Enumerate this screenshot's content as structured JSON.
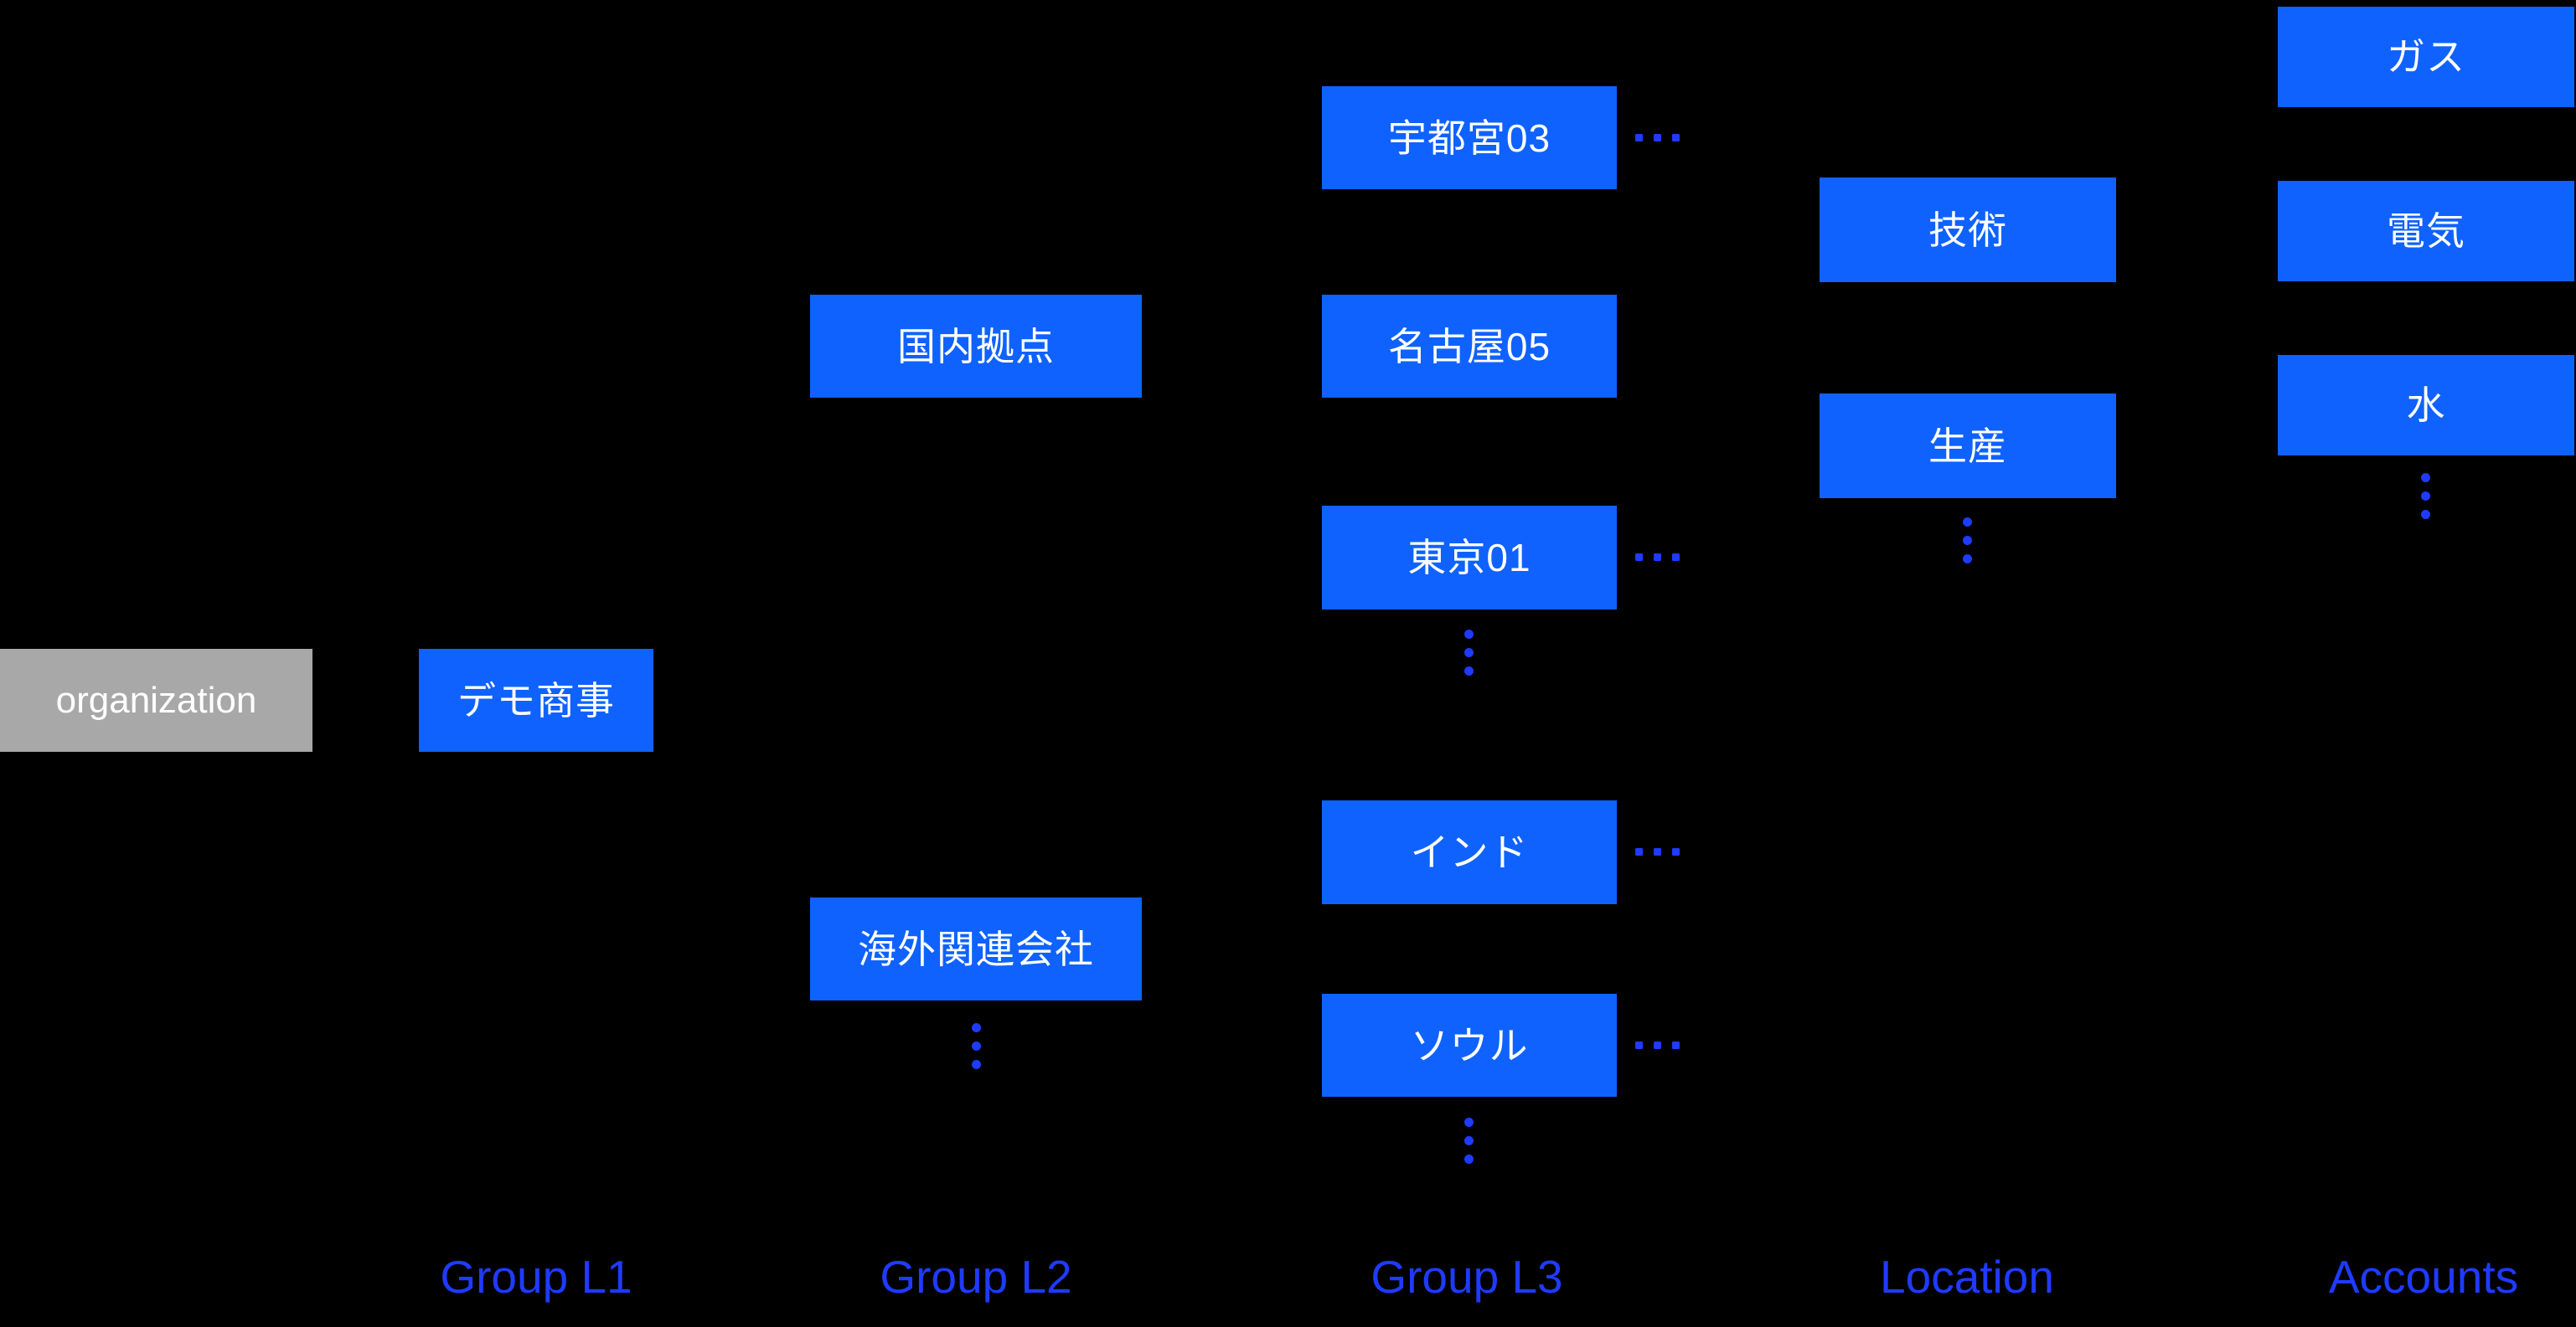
{
  "diagram": {
    "root": {
      "label": "organization"
    },
    "columns": [
      {
        "label": "Group L1",
        "nodes": [
          {
            "label": "デモ商事"
          }
        ]
      },
      {
        "label": "Group L2",
        "nodes": [
          {
            "label": "国内拠点"
          },
          {
            "label": "海外関連会社",
            "more_below": true
          }
        ]
      },
      {
        "label": "Group L3",
        "nodes": [
          {
            "label": "宇都宮03",
            "more_right": true
          },
          {
            "label": "名古屋05"
          },
          {
            "label": "東京01",
            "more_right": true,
            "more_below": true
          },
          {
            "label": "インド",
            "more_right": true
          },
          {
            "label": "ソウル",
            "more_right": true,
            "more_below": true
          }
        ]
      },
      {
        "label": "Location",
        "nodes": [
          {
            "label": "技術"
          },
          {
            "label": "生産",
            "more_below": true
          }
        ]
      },
      {
        "label": "Accounts",
        "nodes": [
          {
            "label": "ガス"
          },
          {
            "label": "電気"
          },
          {
            "label": "水",
            "more_below": true
          }
        ]
      }
    ],
    "icons": {
      "ellipsis_horizontal": "…",
      "ellipsis_vertical": "⋮"
    },
    "colors": {
      "node_fill": "#0f62fe",
      "root_fill": "#a8a8a8",
      "accent": "#1e3bff",
      "background": "#000000",
      "node_text": "#ffffff"
    }
  }
}
